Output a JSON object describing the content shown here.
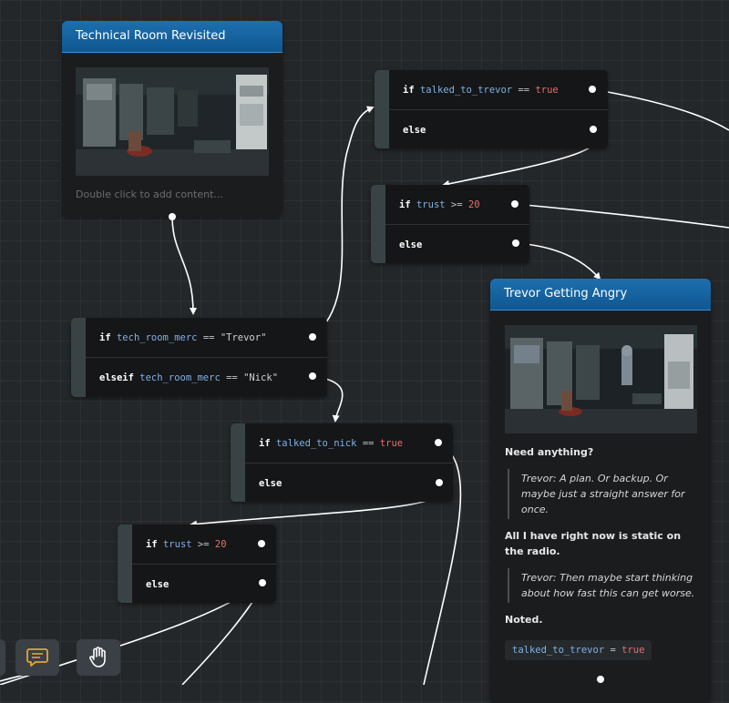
{
  "card_tech": {
    "title": "Technical Room Revisited",
    "placeholder": "Double click to add content..."
  },
  "cond_trevor_check": {
    "if_kw": "if",
    "if_var": "talked_to_trevor",
    "if_op": "==",
    "if_val": "true",
    "else_kw": "else"
  },
  "cond_trust_top": {
    "if_kw": "if",
    "if_var": "trust",
    "if_op": ">=",
    "if_val": "20",
    "else_kw": "else"
  },
  "cond_merc": {
    "if_kw": "if",
    "if_var": "tech_room_merc",
    "if_op": "==",
    "if_val": "\"Trevor\"",
    "elseif_kw": "elseif",
    "elseif_var": "tech_room_merc",
    "elseif_op": "==",
    "elseif_val": "\"Nick\""
  },
  "cond_nick_check": {
    "if_kw": "if",
    "if_var": "talked_to_nick",
    "if_op": "==",
    "if_val": "true",
    "else_kw": "else"
  },
  "cond_trust_bottom": {
    "if_kw": "if",
    "if_var": "trust",
    "if_op": ">=",
    "if_val": "20",
    "else_kw": "else"
  },
  "card_trevor": {
    "title": "Trevor Getting Angry",
    "line1": "Need anything?",
    "quote1": "Trevor: A plan. Or backup. Or maybe just a straight answer for once.",
    "line2": "All I have right now is static on the radio.",
    "quote2": "Trevor: Then maybe start thinking about how fast this can get worse.",
    "line3": "Noted.",
    "assign_var": "talked_to_trevor",
    "assign_op": "=",
    "assign_val": "true"
  },
  "toolbar": {
    "icons": [
      "comment-icon",
      "hand-icon"
    ]
  },
  "colors": {
    "header_blue": "#0f5791",
    "keyword_true": "#e56f6f",
    "variable": "#7fb1e6",
    "canvas": "#24272a"
  }
}
